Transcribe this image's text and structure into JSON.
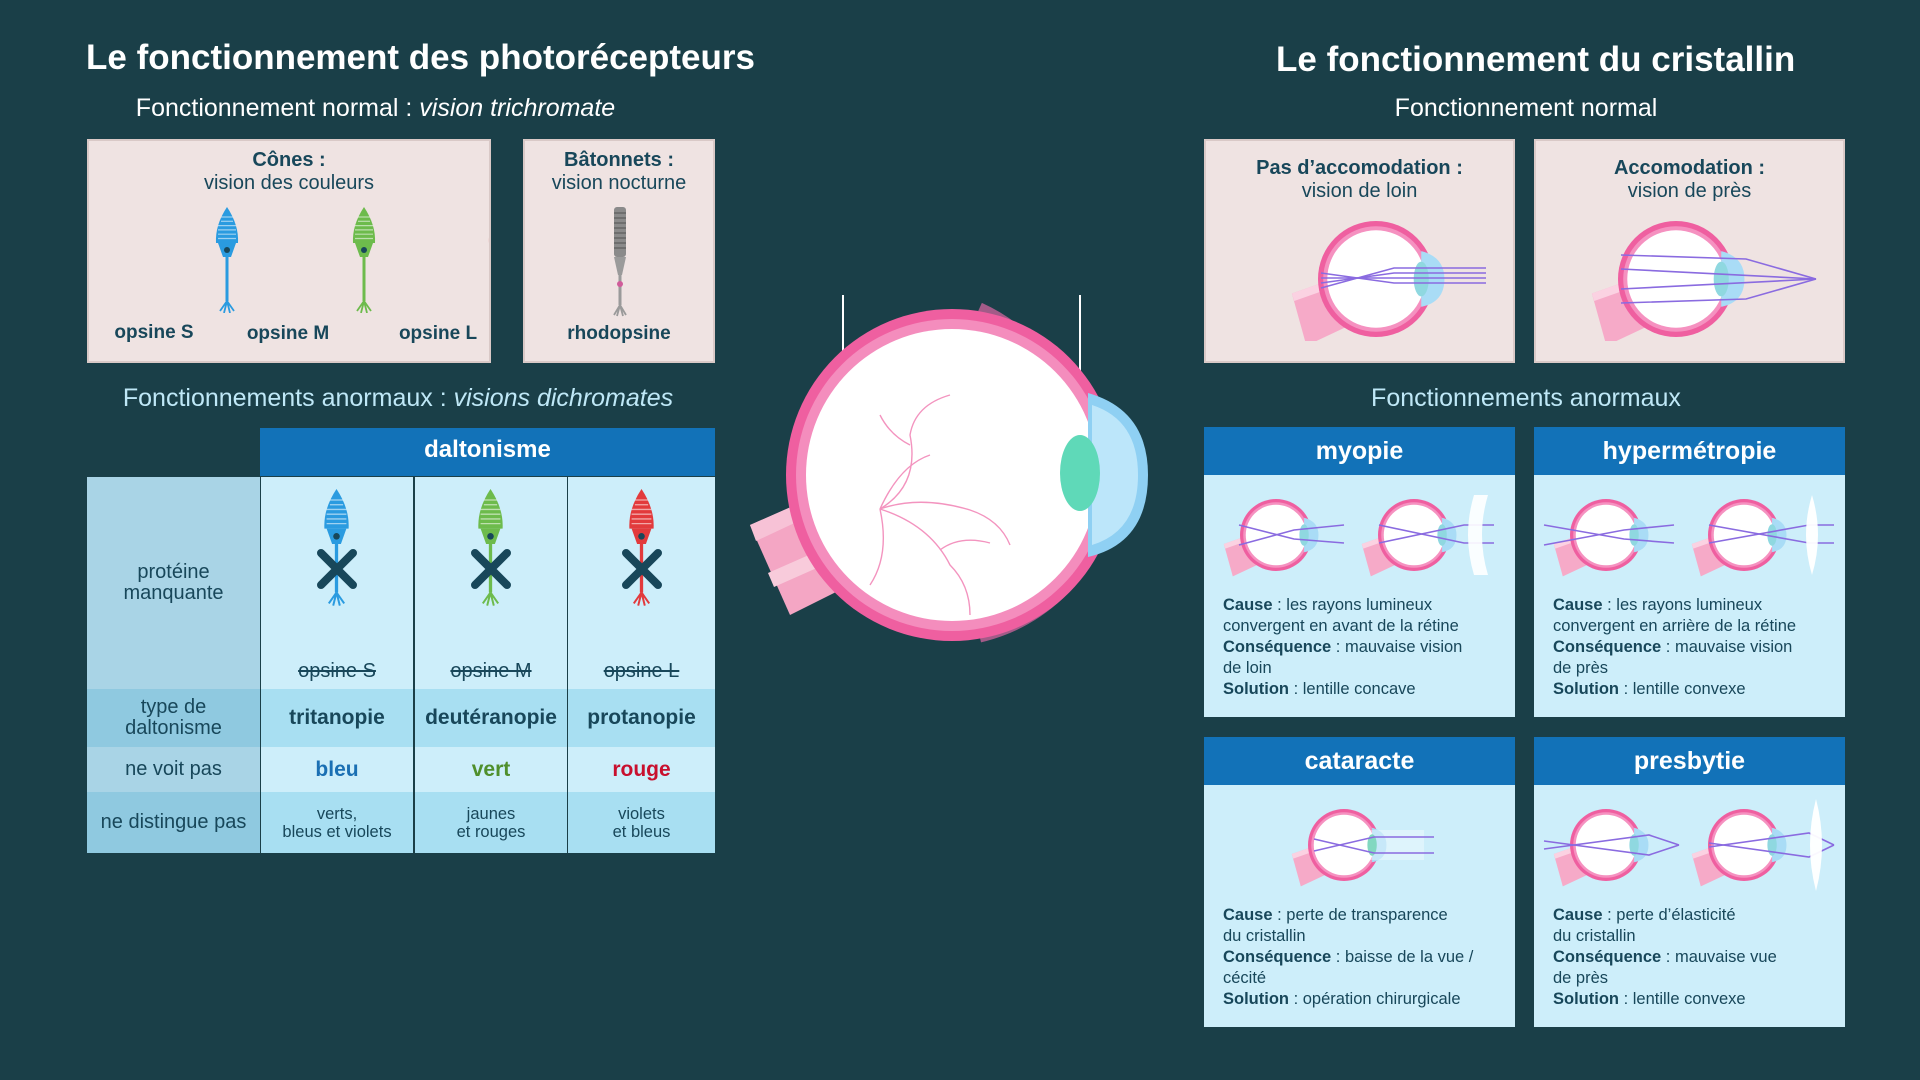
{
  "left": {
    "title": "Le fonctionnement des photorécepteurs",
    "normal_prefix": "Fonctionnement normal : ",
    "normal_italic": "vision trichromate",
    "cones": {
      "title": "Cônes :",
      "subtitle": "vision des couleurs",
      "items": [
        {
          "label": "opsine S",
          "color": "#2a9be0"
        },
        {
          "label": "opsine M",
          "color": "#6dbb4c"
        },
        {
          "label": "opsine L",
          "color": "#e23a3c"
        }
      ]
    },
    "rods": {
      "title": "Bâtonnets :",
      "subtitle": "vision nocturne",
      "label": "rhodopsine"
    },
    "abnormal_prefix": "Fonctionnements anormaux : ",
    "abnormal_italic": "visions dichromates",
    "table": {
      "header": "daltonisme",
      "row_labels": [
        "protéine manquante",
        "type de daltonisme",
        "ne voit pas",
        "ne distingue pas"
      ],
      "columns": [
        {
          "missing": "opsine S",
          "type": "tritanopie",
          "not_seen": "bleu",
          "not_seen_color": "#1a6fb3",
          "confuses": "verts,\nbleus et violets"
        },
        {
          "missing": "opsine M",
          "type": "deutéranopie",
          "not_seen": "vert",
          "not_seen_color": "#4f8f2c",
          "confuses": "jaunes\net rouges"
        },
        {
          "missing": "opsine L",
          "type": "protanopie",
          "not_seen": "rouge",
          "not_seen_color": "#c8102e",
          "confuses": "violets\net bleus"
        }
      ]
    }
  },
  "right": {
    "title": "Le fonctionnement du cristallin",
    "normal_label": "Fonctionnement normal",
    "normal_panels": [
      {
        "title": "Pas d’accomodation :",
        "subtitle": "vision de loin"
      },
      {
        "title": "Accomodation :",
        "subtitle": "vision de près"
      }
    ],
    "abnormal_label": "Fonctionnements anormaux",
    "cards": [
      {
        "title": "myopie",
        "lines": [
          {
            "b": "Cause",
            "t": " : les rayons lumineux"
          },
          {
            "b": "",
            "t": "convergent en avant de la rétine"
          },
          {
            "b": "Conséquence",
            "t": " : mauvaise vision"
          },
          {
            "b": "",
            "t": "de loin"
          },
          {
            "b": "Solution",
            "t": " : lentille concave"
          }
        ]
      },
      {
        "title": "hypermétropie",
        "lines": [
          {
            "b": "Cause",
            "t": " : les rayons lumineux"
          },
          {
            "b": "",
            "t": "convergent en arrière de la rétine"
          },
          {
            "b": "Conséquence",
            "t": " : mauvaise vision"
          },
          {
            "b": "",
            "t": "de près"
          },
          {
            "b": "Solution",
            "t": " : lentille convexe"
          }
        ]
      },
      {
        "title": "cataracte",
        "lines": [
          {
            "b": "Cause",
            "t": " : perte de transparence"
          },
          {
            "b": "",
            "t": "du cristallin"
          },
          {
            "b": "Conséquence",
            "t": " : baisse de la vue /"
          },
          {
            "b": "",
            "t": "cécité"
          },
          {
            "b": "Solution",
            "t": " : opération chirurgicale"
          }
        ]
      },
      {
        "title": "presbytie",
        "lines": [
          {
            "b": "Cause",
            "t": " : perte d’élasticité"
          },
          {
            "b": "",
            "t": "du cristallin"
          },
          {
            "b": "Conséquence",
            "t": " : mauvaise vue"
          },
          {
            "b": "",
            "t": "de près"
          },
          {
            "b": "Solution",
            "t": " : lentille convexe"
          }
        ]
      }
    ]
  },
  "colors": {
    "background": "#1a3f48",
    "header_blue": "#1272b8",
    "eye_pink": "#ef5fa0",
    "lens_green": "#5fd9b8",
    "cornea_blue": "#8fd0f3"
  }
}
